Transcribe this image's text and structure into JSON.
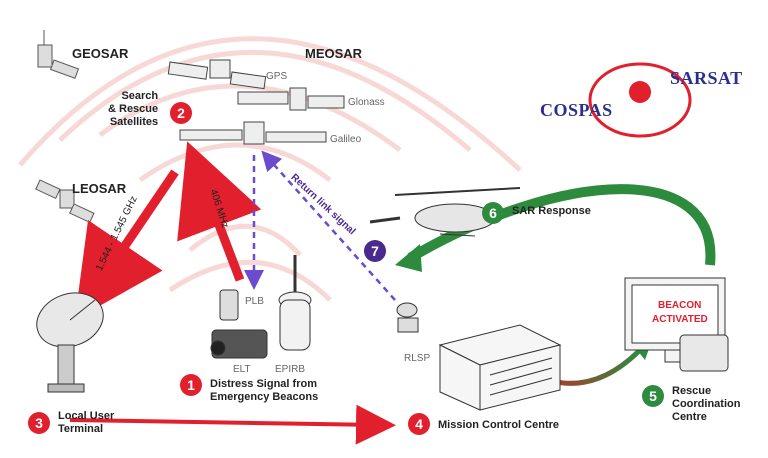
{
  "logo": {
    "left": "COSPAS",
    "right": "SARSAT"
  },
  "satellite_groups": {
    "geosar": "GEOSAR",
    "meosar": "MEOSAR",
    "leosar": "LEOSAR"
  },
  "satellites": {
    "gps": "GPS",
    "glonass": "Glonass",
    "galileo": "Galileo"
  },
  "links": {
    "frequency_downlink": "1.544 - 1.545 GHz",
    "frequency_uplink": "406 MHz",
    "return_link": "Return link signal"
  },
  "beacons": {
    "plb": "PLB",
    "elt": "ELT",
    "epirb": "EPIRB"
  },
  "rlsp": "RLSP",
  "screen": {
    "line1": "BEACON",
    "line2": "ACTIVATED"
  },
  "steps": [
    {
      "n": "1",
      "text": "Distress Signal from Emergency Beacons"
    },
    {
      "n": "2",
      "text": "Search & Rescue Satellites"
    },
    {
      "n": "3",
      "text": "Local User Terminal"
    },
    {
      "n": "4",
      "text": "Mission Control Centre"
    },
    {
      "n": "5",
      "text": "Rescue Coordination Centre"
    },
    {
      "n": "6",
      "text": "SAR Response"
    },
    {
      "n": "7",
      "text": ""
    }
  ],
  "step_lines": {
    "s1a": "Distress Signal from",
    "s1b": "Emergency Beacons",
    "s2a": "Search",
    "s2b": "& Rescue",
    "s2c": "Satellites",
    "s3a": "Local User",
    "s3b": "Terminal",
    "s4": "Mission Control Centre",
    "s5a": "Rescue",
    "s5b": "Coordination",
    "s5c": "Centre",
    "s6": "SAR Response"
  },
  "colors": {
    "red": "#e21f2c",
    "green": "#2e8b3e",
    "purple": "#4b2a8f",
    "navy": "#2a2f8f"
  }
}
